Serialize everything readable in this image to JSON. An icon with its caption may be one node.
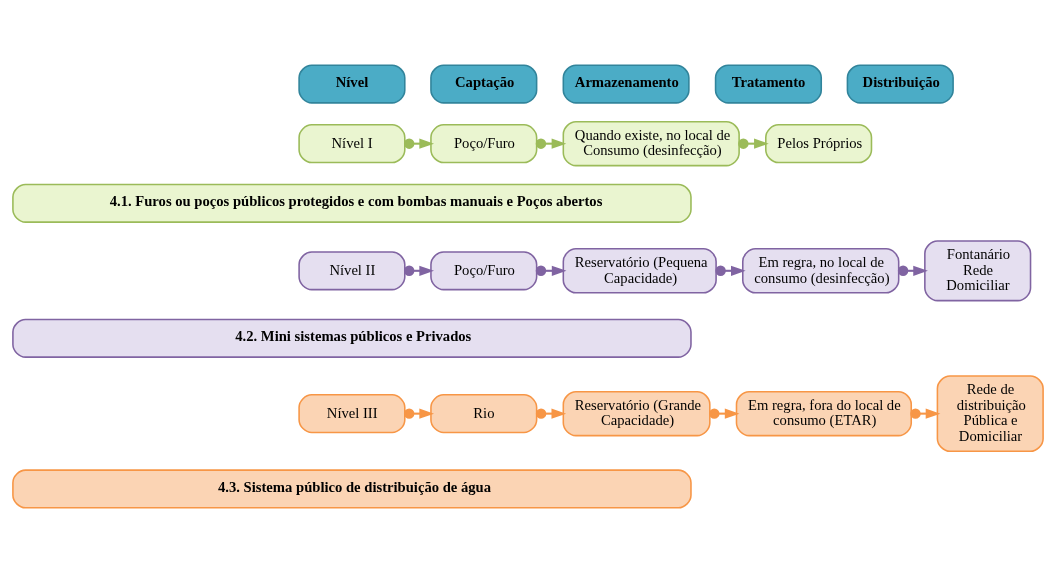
{
  "diagram": {
    "nodes": [
      {
        "text": [
          "Nível"
        ]
      },
      {
        "text": [
          "Captação"
        ]
      },
      {
        "text": [
          "Armazenamento"
        ]
      },
      {
        "text": [
          "Tratamento"
        ]
      },
      {
        "text": [
          "Distribuição"
        ]
      },
      {
        "text": [
          "Nível I"
        ]
      },
      {
        "text": [
          "Poço/Furo"
        ]
      },
      {
        "text": [
          "Quando existe, no local de Consumo (desinfecção)"
        ]
      },
      {
        "text": [
          "Pelos Próprios"
        ]
      },
      {
        "text": [
          "4.1. Furos ou poços públicos protegidos e com bombas manuais e Poços abertos"
        ]
      },
      {
        "text": [
          "Nível II"
        ]
      },
      {
        "text": [
          "Poço/Furo"
        ]
      },
      {
        "text": [
          "Reservatório (Pequena Capacidade)"
        ]
      },
      {
        "text": [
          "Em regra, no local de consumo (desinfecção)"
        ]
      },
      {
        "text": [
          "Fontanário Rede Domiciliar"
        ]
      },
      {
        "text": [
          "4.2. Mini sistemas públicos e Privados"
        ]
      },
      {
        "text": [
          "Nível III"
        ]
      },
      {
        "text": [
          "Rio"
        ]
      },
      {
        "text": [
          "Reservatório (Grande Capacidade)"
        ]
      },
      {
        "text": [
          "Em regra, fora do local de consumo (ETAR)"
        ]
      },
      {
        "text": [
          "Rede de distribuição Pública e Domiciliar"
        ]
      },
      {
        "text": [
          "4.3. Sistema público de distribuição de água"
        ]
      }
    ],
    "edges": [
      {
        "from": 5,
        "to": 6,
        "arrow": "to",
        "color": "#9bbb59"
      },
      {
        "from": 6,
        "to": 7,
        "arrow": "to",
        "color": "#9bbb59"
      },
      {
        "from": 7,
        "to": 8,
        "arrow": "to",
        "color": "#9bbb59"
      },
      {
        "from": 10,
        "to": 11,
        "arrow": "to",
        "color": "#8064a2"
      },
      {
        "from": 11,
        "to": 12,
        "arrow": "to",
        "color": "#8064a2"
      },
      {
        "from": 12,
        "to": 13,
        "arrow": "to",
        "color": "#8064a2"
      },
      {
        "from": 13,
        "to": 14,
        "arrow": "to",
        "color": "#8064a2"
      },
      {
        "from": 16,
        "to": 17,
        "arrow": "to",
        "color": "#f79646"
      },
      {
        "from": 17,
        "to": 18,
        "arrow": "to",
        "color": "#f79646"
      },
      {
        "from": 18,
        "to": 19,
        "arrow": "to",
        "color": "#f79646"
      },
      {
        "from": 19,
        "to": 20,
        "arrow": "to",
        "color": "#f79646"
      }
    ]
  }
}
